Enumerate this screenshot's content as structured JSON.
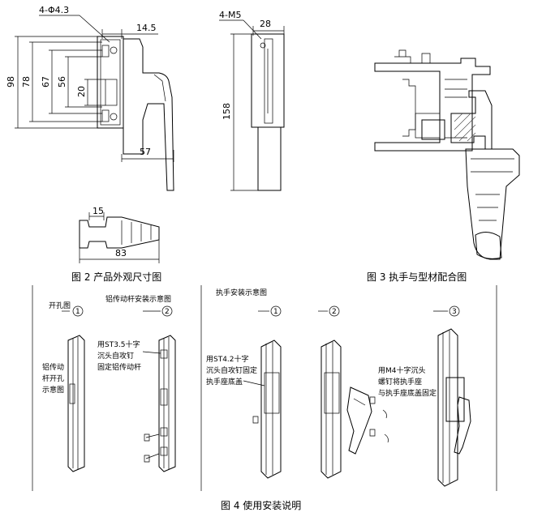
{
  "fig2": {
    "caption": "图 2  产品外观尺寸图",
    "dims": {
      "hole_label": "4-Φ4.3",
      "d14_5": "14.5",
      "d98": "98",
      "d78": "78",
      "d67": "67",
      "d56": "56",
      "d20": "20",
      "d57": "57",
      "side_hole_label": "4-M5",
      "d28": "28",
      "d158": "158",
      "d15": "15",
      "d83": "83"
    }
  },
  "fig3": {
    "caption": "图 3  执手与型材配合图"
  },
  "fig4": {
    "caption": "图 4  使用安装说明",
    "left_title": "开孔图",
    "left_title2": "铝传动杆安装示意图",
    "step1": "1",
    "step2": "2",
    "step3": "3",
    "left_label_1": "铝传动",
    "left_label_2": "杆开孔",
    "left_label_3": "示意图",
    "mid_label_1": "用ST3.5十字",
    "mid_label_2": "沉头自攻钉",
    "mid_label_3": "固定铝传动杆",
    "right_title": "执手安装示意图",
    "r_label_1": "用ST4.2十字",
    "r_label_2": "沉头自攻钉固定",
    "r_label_3": "执手座底盖",
    "r_label2_1": "用M4十字沉头",
    "r_label2_2": "螺钉将执手座",
    "r_label2_3": "与执手座底盖固定"
  }
}
